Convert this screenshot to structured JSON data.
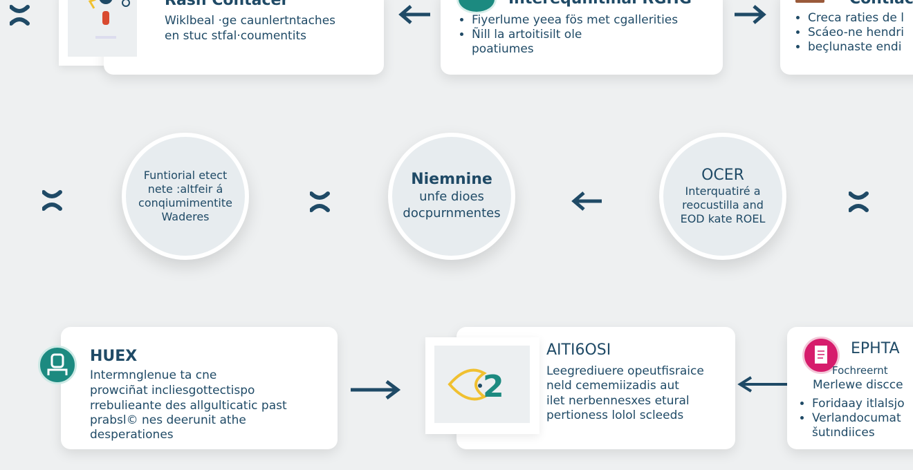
{
  "colors": {
    "primary": "#1f4a66",
    "teal": "#1c8a80",
    "pink": "#d61c6c",
    "brown": "#9a5a3a",
    "background": "#eef0f1"
  },
  "top": [
    {
      "title": "Rasn Contacer",
      "lines": [
        "Wiklbeal ·ge caunlertntaches",
        "en stuc stfal·coumentits"
      ],
      "icon": "idea-person-icon"
    },
    {
      "title": "Interequnitinal RGHG",
      "bullets": [
        "Fiyerlume yeea fös met cgallerities",
        "Ñill la artoitisilt ole",
        "poatiumes"
      ],
      "icon": "teal-circle-icon"
    },
    {
      "title": "Contiac",
      "bullets": [
        "Creca raties de l",
        "Scáeo-ne hendri",
        "beçlunaste endi"
      ],
      "icon": "document-icon"
    }
  ],
  "middle": [
    {
      "title": "",
      "lines": [
        "Funtiorial etect",
        "nete :altfeir á",
        "conqiumimentite",
        "Waderes"
      ]
    },
    {
      "title": "Niemnine",
      "lines": [
        "unfe dioes",
        "docpurnmentes"
      ]
    },
    {
      "title": "OCER",
      "lines": [
        "Interquatiré a",
        "reocustilla and",
        "EOD kate ROEL"
      ]
    }
  ],
  "bottom": [
    {
      "title": "HUEX",
      "lines": [
        "Intermnglenue ta cne",
        "prowciñat incliesgottectispo",
        "rrebulieante des allgulticatic past",
        "prabsl© nes deerunit athe",
        "desperationes"
      ],
      "icon": "person-icon"
    },
    {
      "title": "AITI6OSI",
      "lines": [
        "Leegrediuere opeutfisraice",
        "neld cememiizadis aut",
        "ilet nerbennesxes etural",
        "pertioness lolol scleeds"
      ],
      "icon": "eye-arrow-icon"
    },
    {
      "title": "EPHTA",
      "lines": [
        "Fochreernt",
        "Merlewe discce"
      ],
      "bullets": [
        "Foridaay itlalsjo",
        "Verlandocumat",
        "šutındiices"
      ],
      "icon": "clipboard-icon"
    }
  ]
}
